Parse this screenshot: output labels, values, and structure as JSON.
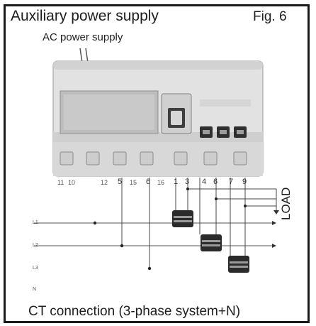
{
  "title": "Auxiliary power supply",
  "figure_label": "Fig. 6",
  "subtitle": "AC power supply",
  "caption": "CT connection (3-phase system+N)",
  "load_label": "LOAD",
  "terminals": {
    "t11": "11",
    "t10": "10",
    "t12": "12",
    "t5": "5",
    "t15": "15",
    "t6": "6",
    "t16": "16",
    "t1": "1",
    "t3": "3",
    "t4": "4",
    "t6b": "6",
    "t7": "7",
    "t9": "9"
  },
  "phases": {
    "l1": "L1",
    "l2": "L2",
    "l3": "L3",
    "n": "N"
  },
  "colors": {
    "line": "#1a1a1a",
    "device_body": "#e2e2e2",
    "device_shade": "#c9c9c9",
    "display": "#bdbdbd",
    "ct": "#2b2b2b"
  }
}
